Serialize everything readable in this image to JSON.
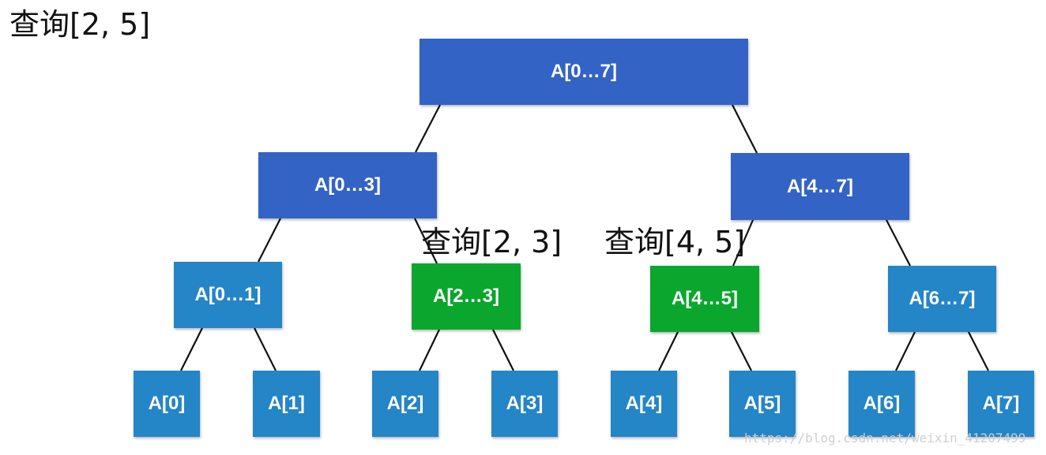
{
  "title": "查询[2, 5]",
  "sub_queries": {
    "left": "查询[2, 3]",
    "right": "查询[4, 5]"
  },
  "colors": {
    "internal": "#3363c4",
    "lower": "#2485c7",
    "highlight": "#0ba62e",
    "edge": "#111111"
  },
  "nodes": {
    "root": "A[0…7]",
    "n03": "A[0…3]",
    "n47": "A[4…7]",
    "n01": "A[0…1]",
    "n23": "A[2…3]",
    "n45": "A[4…5]",
    "n67": "A[6…7]",
    "a0": "A[0]",
    "a1": "A[1]",
    "a2": "A[2]",
    "a3": "A[3]",
    "a4": "A[4]",
    "a5": "A[5]",
    "a6": "A[6]",
    "a7": "A[7]"
  },
  "highlighted": [
    "n23",
    "n45"
  ],
  "watermark": "https://blog.csdn.net/weixin_41207499"
}
